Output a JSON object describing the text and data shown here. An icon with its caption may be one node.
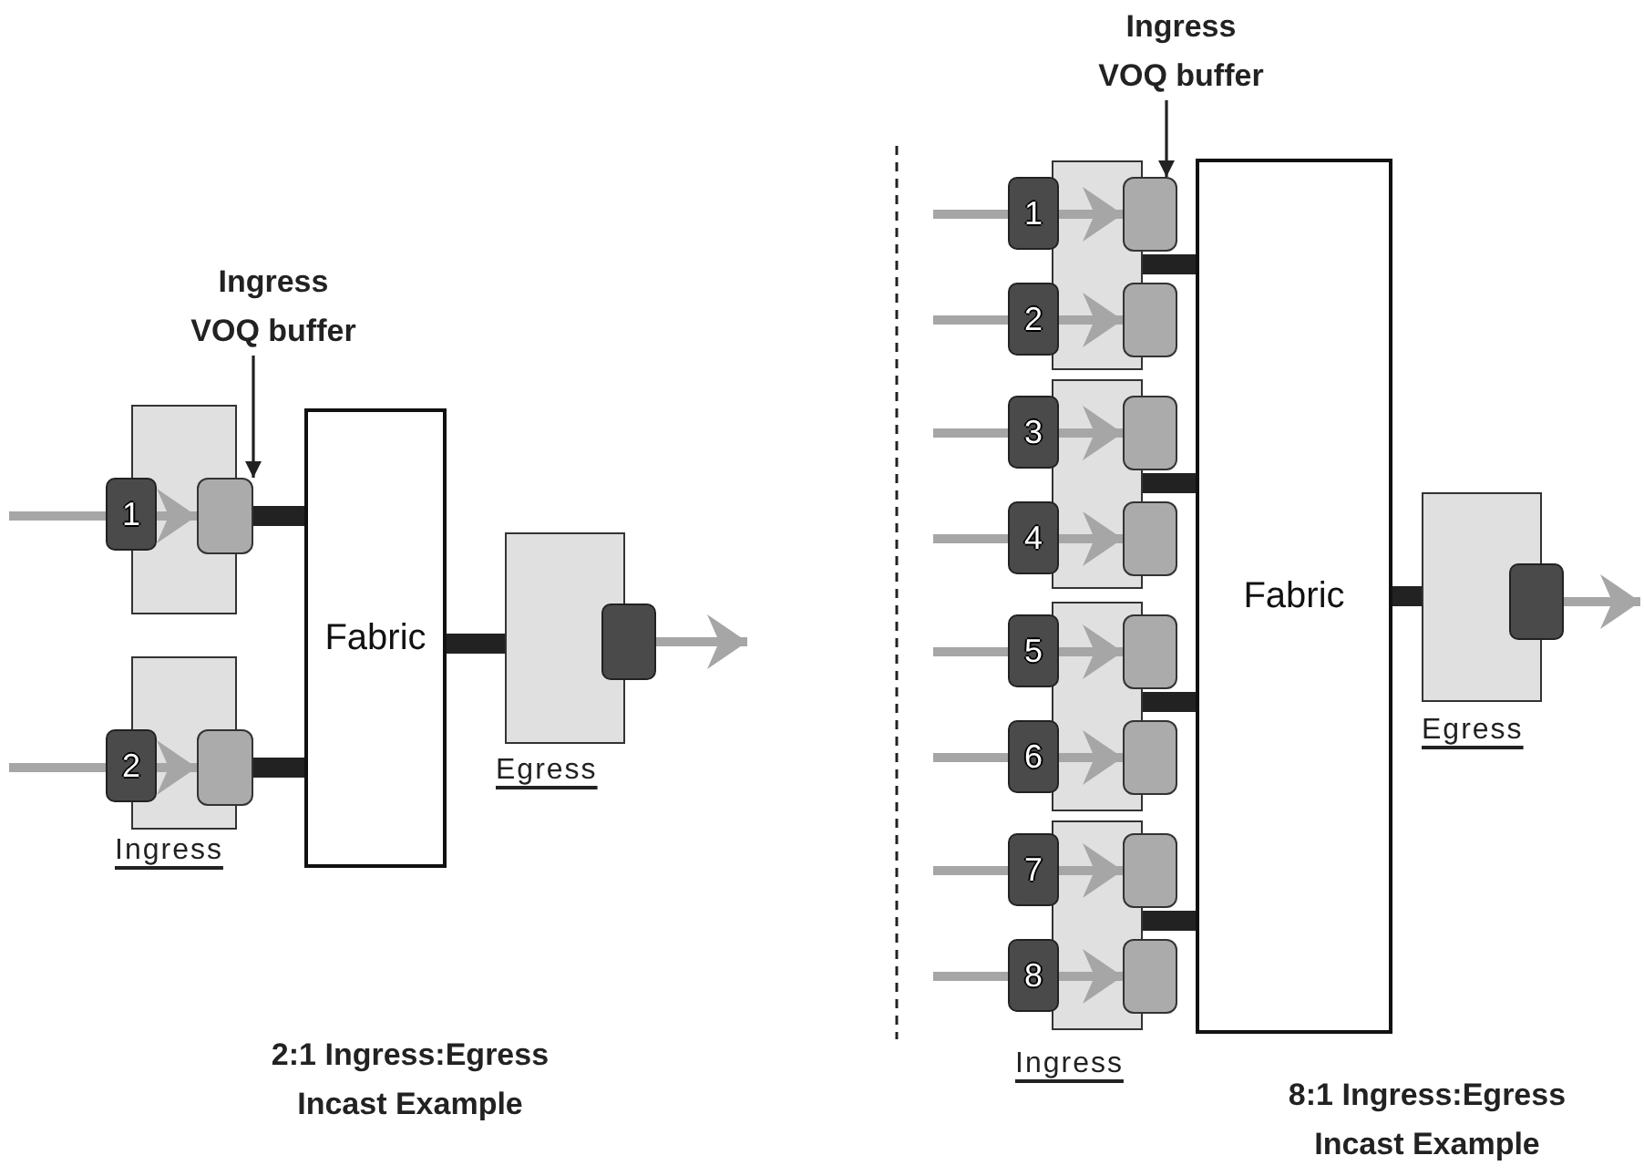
{
  "diagram": {
    "nodes": [
      {
        "text": [],
        "shape": "box"
      },
      {
        "text": [
          "1"
        ]
      },
      {
        "text": [],
        "shape": "box"
      },
      {
        "text": [],
        "shape": "box"
      },
      {
        "text": [
          "2"
        ]
      },
      {
        "text": [],
        "shape": "box"
      },
      {
        "text": [
          "Fabric"
        ]
      },
      {
        "text": [],
        "shape": "box"
      },
      {
        "text": [],
        "shape": "box"
      },
      {
        "text": [
          "Ingress VOQ buffer"
        ]
      },
      {
        "text": [
          "Ingress VOQ buffer"
        ]
      },
      {
        "text": [],
        "shape": "box"
      },
      {
        "text": [
          "1"
        ]
      },
      {
        "text": [],
        "shape": "box"
      },
      {
        "text": [
          "2"
        ]
      },
      {
        "text": [],
        "shape": "box"
      },
      {
        "text": [],
        "shape": "box"
      },
      {
        "text": [
          "3"
        ]
      },
      {
        "text": [],
        "shape": "box"
      },
      {
        "text": [
          "4"
        ]
      },
      {
        "text": [],
        "shape": "box"
      },
      {
        "text": [],
        "shape": "box"
      },
      {
        "text": [
          "5"
        ]
      },
      {
        "text": [],
        "shape": "box"
      },
      {
        "text": [
          "6"
        ]
      },
      {
        "text": [],
        "shape": "box"
      },
      {
        "text": [],
        "shape": "box"
      },
      {
        "text": [
          "7"
        ]
      },
      {
        "text": [],
        "shape": "box"
      },
      {
        "text": [
          "8"
        ]
      },
      {
        "text": [],
        "shape": "box"
      },
      {
        "text": [
          "Fabric"
        ]
      },
      {
        "text": [],
        "shape": "box"
      },
      {
        "text": [],
        "shape": "box"
      }
    ],
    "edges": [
      {
        "from": null,
        "to": 2,
        "arrow": "to"
      },
      {
        "from": null,
        "to": 5,
        "arrow": "to"
      },
      {
        "from": 2,
        "to": 6,
        "arrow": "none",
        "style": "thick",
        "color": "#222222"
      },
      {
        "from": 5,
        "to": 6,
        "arrow": "none",
        "style": "thick",
        "color": "#222222"
      },
      {
        "from": 6,
        "to": 7,
        "arrow": "none",
        "style": "thick",
        "color": "#222222"
      },
      {
        "from": 8,
        "to": null,
        "arrow": "to"
      },
      {
        "from": 9,
        "to": 2,
        "arrow": "to",
        "color": "#222222"
      },
      {
        "from": 10,
        "to": 13,
        "arrow": "to",
        "color": "#222222"
      },
      {
        "from": null,
        "to": 13,
        "arrow": "to"
      },
      {
        "from": null,
        "to": 15,
        "arrow": "to"
      },
      {
        "from": null,
        "to": 18,
        "arrow": "to"
      },
      {
        "from": null,
        "to": 20,
        "arrow": "to"
      },
      {
        "from": null,
        "to": 23,
        "arrow": "to"
      },
      {
        "from": null,
        "to": 25,
        "arrow": "to"
      },
      {
        "from": null,
        "to": 28,
        "arrow": "to"
      },
      {
        "from": null,
        "to": 30,
        "arrow": "to"
      },
      {
        "from": 11,
        "to": 31,
        "arrow": "none",
        "style": "thick",
        "color": "#222222"
      },
      {
        "from": 16,
        "to": 31,
        "arrow": "none",
        "style": "thick",
        "color": "#222222"
      },
      {
        "from": 21,
        "to": 31,
        "arrow": "none",
        "style": "thick",
        "color": "#222222"
      },
      {
        "from": 26,
        "to": 31,
        "arrow": "none",
        "style": "thick",
        "color": "#222222"
      },
      {
        "from": 31,
        "to": 32,
        "arrow": "none",
        "style": "thick",
        "color": "#222222"
      },
      {
        "from": 33,
        "to": null,
        "arrow": "to"
      }
    ],
    "labels": [
      "Ingress",
      "Egress",
      "2:1 Ingress:Egress Incast Example",
      "Ingress",
      "Egress",
      "8:1 Ingress:Egress Incast Example"
    ]
  }
}
